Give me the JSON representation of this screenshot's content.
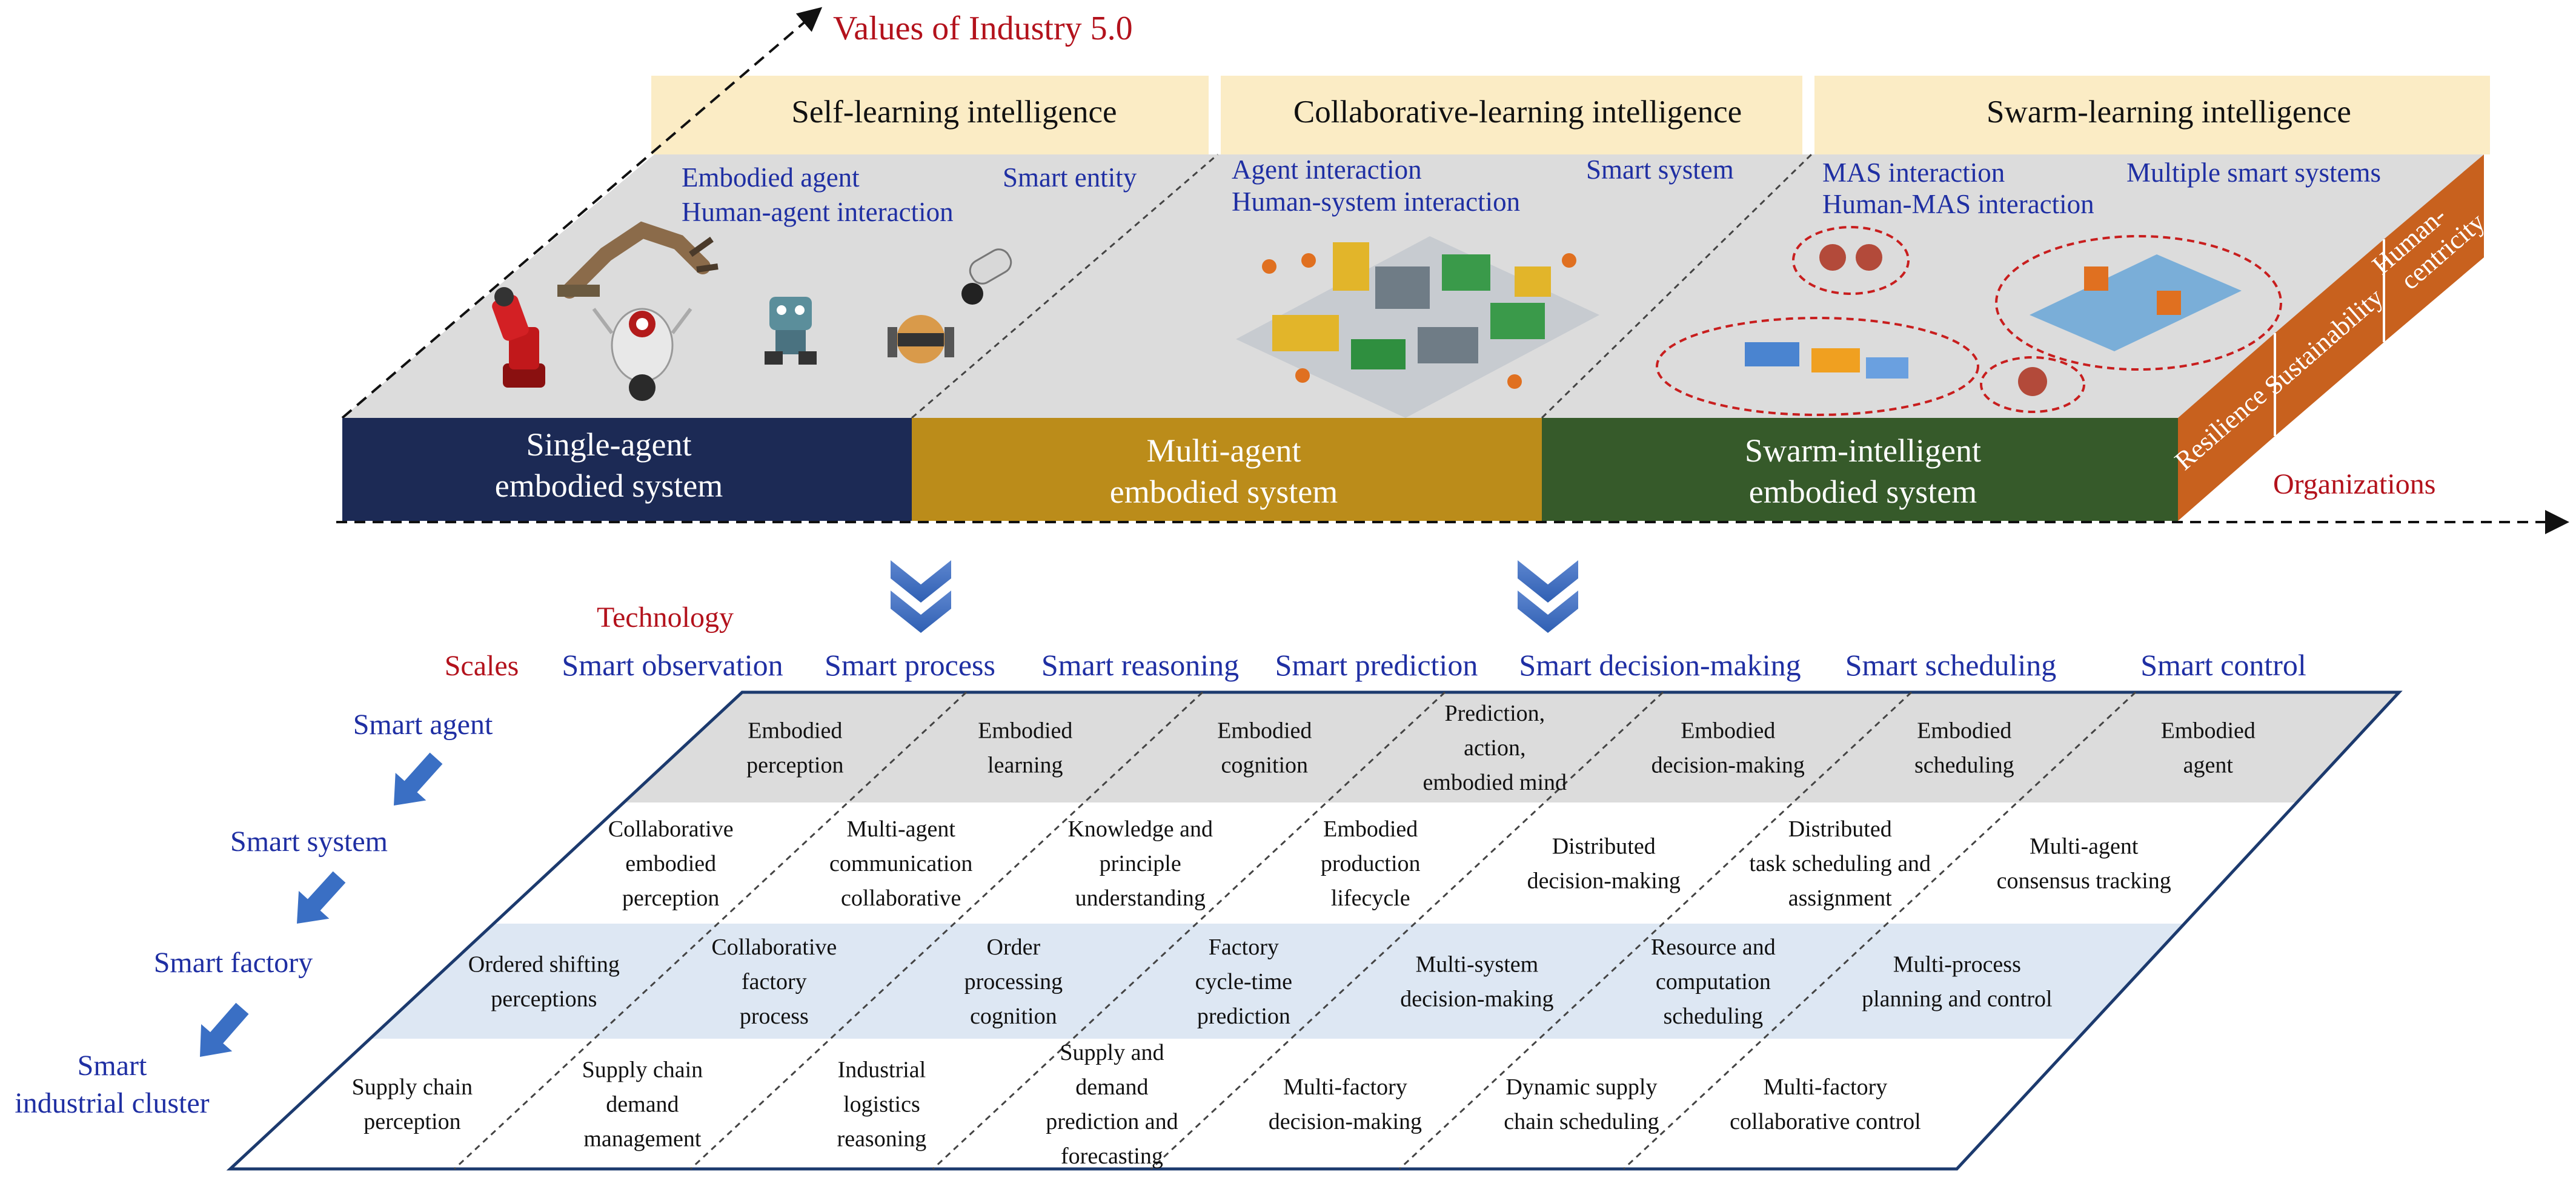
{
  "title": "Values of Industry 5.0",
  "intelligence_headers": [
    "Self-learning intelligence",
    "Collaborative-learning intelligence",
    "Swarm-learning intelligence"
  ],
  "stage_labels": [
    [
      "Embodied agent",
      "Human-agent interaction"
    ],
    [
      "Agent interaction",
      "Human-system interaction"
    ],
    [
      "MAS interaction",
      "Human-MAS interaction"
    ]
  ],
  "entity_labels": [
    "Smart entity",
    "Smart system",
    "Multiple smart systems"
  ],
  "systems": [
    {
      "lines": [
        "Single-agent",
        "embodied system"
      ],
      "color": "#1c2a55"
    },
    {
      "lines": [
        "Multi-agent",
        "embodied system"
      ],
      "color": "#bb8c1a"
    },
    {
      "lines": [
        "Swarm-intelligent",
        "embodied system"
      ],
      "color": "#365a2a"
    }
  ],
  "values": [
    "Resilience",
    "Sustainability",
    "Human-centricity"
  ],
  "values_color": "#c8611e",
  "header_color": "#fbecc5",
  "organizations_label": "Organizations",
  "technology_label": "Technology",
  "scales_label": "Scales",
  "technologies": [
    "Smart observation",
    "Smart process",
    "Smart reasoning",
    "Smart prediction",
    "Smart decision-making",
    "Smart scheduling",
    "Smart control"
  ],
  "scales": [
    [
      "Smart agent"
    ],
    [
      "Smart system"
    ],
    [
      "Smart factory"
    ],
    [
      "Smart",
      "industrial cluster"
    ]
  ],
  "grid": [
    [
      [
        "Embodied",
        "perception"
      ],
      [
        "Embodied",
        "learning"
      ],
      [
        "Embodied",
        "cognition"
      ],
      [
        "Prediction,",
        "action,",
        "embodied mind"
      ],
      [
        "Embodied",
        "decision-making"
      ],
      [
        "Embodied",
        "scheduling"
      ],
      [
        "Embodied",
        "agent"
      ]
    ],
    [
      [
        "Collaborative",
        "embodied",
        "perception"
      ],
      [
        "Multi-agent",
        "communication",
        "collaborative"
      ],
      [
        "Knowledge and",
        "principle",
        "understanding"
      ],
      [
        "Embodied",
        "production",
        "lifecycle"
      ],
      [
        "Distributed",
        "decision-making"
      ],
      [
        "Distributed",
        "task scheduling and",
        "assignment"
      ],
      [
        "Multi-agent",
        "consensus tracking"
      ]
    ],
    [
      [
        "Ordered shifting",
        "perceptions"
      ],
      [
        "Collaborative",
        "factory",
        "process"
      ],
      [
        "Order",
        "processing",
        "cognition"
      ],
      [
        "Factory",
        "cycle-time",
        "prediction"
      ],
      [
        "Multi-system",
        "decision-making"
      ],
      [
        "Resource and",
        "computation",
        "scheduling"
      ],
      [
        "Multi-process",
        "planning and control"
      ]
    ],
    [
      [
        "Supply chain",
        "perception"
      ],
      [
        "Supply chain",
        "demand",
        "management"
      ],
      [
        "Industrial",
        "logistics",
        "reasoning"
      ],
      [
        "Supply and",
        "demand",
        "prediction and",
        "forecasting"
      ],
      [
        "Multi-factory",
        "decision-making"
      ],
      [
        "Dynamic supply",
        "chain scheduling"
      ],
      [
        "Multi-factory",
        "collaborative control"
      ]
    ]
  ]
}
